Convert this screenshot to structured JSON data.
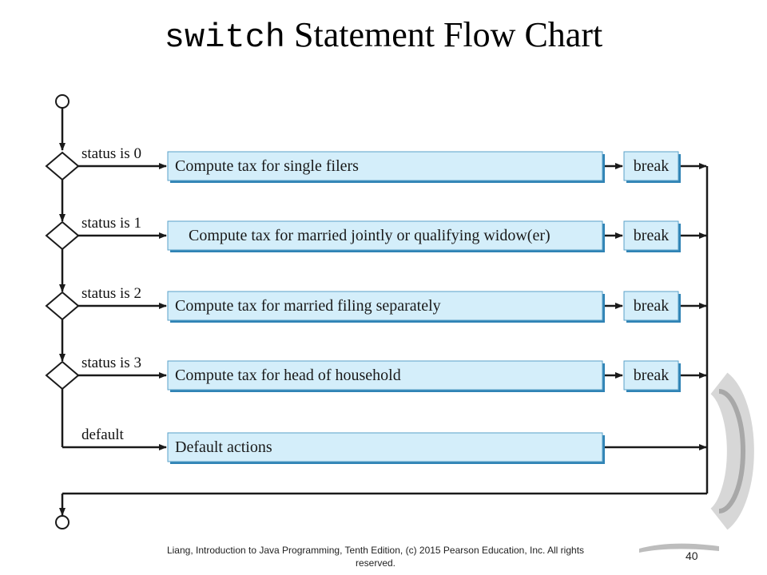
{
  "slide": {
    "title_code": "switch",
    "title_rest": " Statement Flow Chart",
    "footer": "Liang, Introduction to Java Programming, Tenth Edition, (c) 2015 Pearson Education, Inc. All rights reserved.",
    "page_number": "40"
  },
  "flowchart": {
    "cases": [
      {
        "condition": "status is 0",
        "action": "Compute tax for single filers",
        "break": "break"
      },
      {
        "condition": "status is 1",
        "action": "Compute tax for married jointly or qualifying widow(er)",
        "break": "break"
      },
      {
        "condition": "status is 2",
        "action": "Compute tax for married filing separately",
        "break": "break"
      },
      {
        "condition": "status is 3",
        "action": "Compute tax for head of household",
        "break": "break"
      }
    ],
    "default": {
      "condition": "default",
      "action": "Default actions"
    },
    "colors": {
      "box_fill": "#d4eefa",
      "box_border": "#5aa0c8",
      "box_shadow": "#2f83b5",
      "line": "#1a1a1a"
    }
  }
}
